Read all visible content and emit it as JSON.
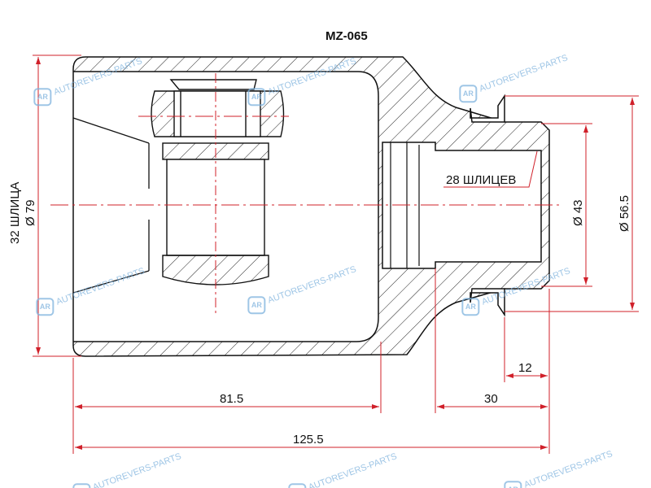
{
  "title": "MZ-065",
  "labels": {
    "left_splines": "32 ШЛИЦА",
    "left_diameter": "Ø 79",
    "right_splines": "28 ШЛИЦЕВ",
    "diameter_43": "Ø 43",
    "diameter_56_5": "Ø 56.5"
  },
  "dimensions": {
    "d81_5": "81.5",
    "d30": "30",
    "d12": "12",
    "d125_5": "125.5"
  },
  "watermark": {
    "logo": "AR",
    "text": "AUTOREVERS-PARTS"
  },
  "colors": {
    "line": "#111111",
    "dimension": "#d0202a",
    "watermark": "#7fb3de"
  }
}
